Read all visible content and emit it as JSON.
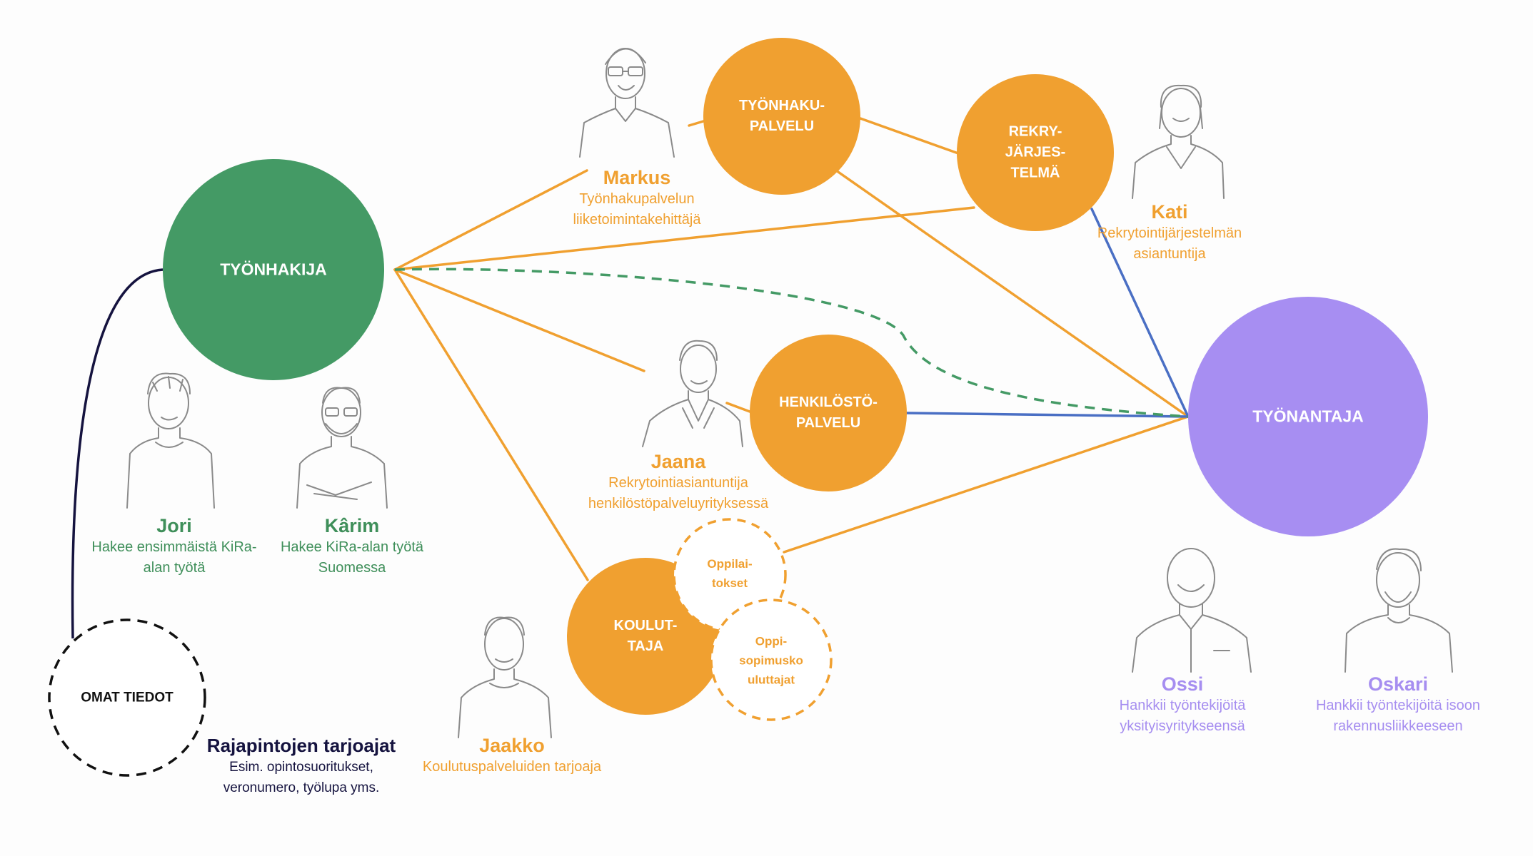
{
  "colors": {
    "orange": "#f0a030",
    "green": "#449a65",
    "purple": "#a78ef2",
    "blue": "#4a6fc4",
    "navy": "#15133f"
  },
  "nodes": {
    "tyonhakija": "TYÖNHAKIJA",
    "tyonantaja": "TYÖNANTAJA",
    "tyonhakupalvelu": [
      "TYÖNHAKU-",
      "PALVELU"
    ],
    "rekryjarjestelma": [
      "REKRY-",
      "JÄRJES-",
      "TELMÄ"
    ],
    "henkilostopalvelu": [
      "HENKILÖSTÖ-",
      "PALVELU"
    ],
    "kouluttaja": [
      "KOULUT-",
      "TAJA"
    ],
    "oppilaitokset": [
      "Oppilai-",
      "tokset"
    ],
    "oppisopimuskouluttajat": [
      "Oppi-",
      "sopimusko",
      "uluttajat"
    ],
    "omat_tiedot": "OMAT TIEDOT"
  },
  "personas": {
    "markus": {
      "name": "Markus",
      "desc": [
        "Työnhakupalvelun",
        "liiketoimintakehittäjä"
      ]
    },
    "kati": {
      "name": "Kati",
      "desc": [
        "Rekrytointijärjestelmän",
        "asiantuntija"
      ]
    },
    "jaana": {
      "name": "Jaana",
      "desc": [
        "Rekrytointiasiantuntija",
        "henkilöstöpalveluyrityksessä"
      ]
    },
    "jori": {
      "name": "Jori",
      "desc": [
        "Hakee ensimmäistä KiRa-",
        "alan työtä"
      ]
    },
    "karim": {
      "name": "Kârim",
      "desc": [
        "Hakee KiRa-alan työtä",
        "Suomessa"
      ]
    },
    "jaakko": {
      "name": "Jaakko",
      "desc": [
        "Koulutuspalveluiden tarjoaja"
      ]
    },
    "ossi": {
      "name": "Ossi",
      "desc": [
        "Hankkii työntekijöitä",
        "yksityisyritykseensä"
      ]
    },
    "oskari": {
      "name": "Oskari",
      "desc": [
        "Hankkii työntekijöitä isoon",
        "rakennusliikkeeseen"
      ]
    }
  },
  "rajapinnat": {
    "title": "Rajapintojen tarjoajat",
    "desc": [
      "Esim. opintosuoritukset,",
      "veronumero, työlupa yms."
    ]
  }
}
